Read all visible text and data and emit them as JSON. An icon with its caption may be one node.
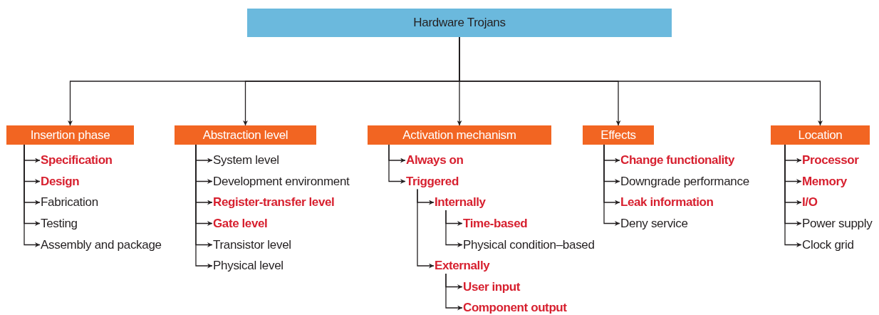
{
  "diagram": {
    "nodes": [
      {
        "text": [
          "Hardware Trojans"
        ]
      },
      {
        "text": [
          "Insertion phase"
        ]
      },
      {
        "text": [
          "Specification"
        ]
      },
      {
        "text": [
          "Design"
        ]
      },
      {
        "text": [
          "Fabrication"
        ]
      },
      {
        "text": [
          "Testing"
        ]
      },
      {
        "text": [
          "Assembly and package"
        ]
      },
      {
        "text": [
          "Abstraction level"
        ]
      },
      {
        "text": [
          "System level"
        ]
      },
      {
        "text": [
          "Development environment"
        ]
      },
      {
        "text": [
          "Register-transfer level"
        ]
      },
      {
        "text": [
          "Gate level"
        ]
      },
      {
        "text": [
          "Transistor level"
        ]
      },
      {
        "text": [
          "Physical level"
        ]
      },
      {
        "text": [
          "Activation mechanism"
        ]
      },
      {
        "text": [
          "Always on"
        ]
      },
      {
        "text": [
          "Triggered"
        ]
      },
      {
        "text": [
          "Internally"
        ]
      },
      {
        "text": [
          "Time-based"
        ]
      },
      {
        "text": [
          "Physical condition–based"
        ]
      },
      {
        "text": [
          "Externally"
        ]
      },
      {
        "text": [
          "User input"
        ]
      },
      {
        "text": [
          "Component output"
        ]
      },
      {
        "text": [
          "Effects"
        ]
      },
      {
        "text": [
          "Change functionality"
        ]
      },
      {
        "text": [
          "Downgrade performance"
        ]
      },
      {
        "text": [
          "Leak information"
        ]
      },
      {
        "text": [
          "Deny service"
        ]
      },
      {
        "text": [
          "Location"
        ]
      },
      {
        "text": [
          "Processor"
        ]
      },
      {
        "text": [
          "Memory"
        ]
      },
      {
        "text": [
          "I/O"
        ]
      },
      {
        "text": [
          "Power supply"
        ]
      },
      {
        "text": [
          "Clock grid"
        ]
      }
    ],
    "edges": [
      {
        "from": 0,
        "to": 1,
        "arrow": "to"
      },
      {
        "from": 0,
        "to": 7,
        "arrow": "to"
      },
      {
        "from": 0,
        "to": 14,
        "arrow": "to"
      },
      {
        "from": 0,
        "to": 23,
        "arrow": "to"
      },
      {
        "from": 0,
        "to": 28,
        "arrow": "to"
      },
      {
        "from": 1,
        "to": 2,
        "arrow": "to"
      },
      {
        "from": 1,
        "to": 3,
        "arrow": "to"
      },
      {
        "from": 1,
        "to": 4,
        "arrow": "to"
      },
      {
        "from": 1,
        "to": 5,
        "arrow": "to"
      },
      {
        "from": 1,
        "to": 6,
        "arrow": "to"
      },
      {
        "from": 7,
        "to": 8,
        "arrow": "to"
      },
      {
        "from": 7,
        "to": 9,
        "arrow": "to"
      },
      {
        "from": 7,
        "to": 10,
        "arrow": "to"
      },
      {
        "from": 7,
        "to": 11,
        "arrow": "to"
      },
      {
        "from": 7,
        "to": 12,
        "arrow": "to"
      },
      {
        "from": 7,
        "to": 13,
        "arrow": "to"
      },
      {
        "from": 14,
        "to": 15,
        "arrow": "to"
      },
      {
        "from": 14,
        "to": 16,
        "arrow": "to"
      },
      {
        "from": 16,
        "to": 17,
        "arrow": "to"
      },
      {
        "from": 16,
        "to": 20,
        "arrow": "to"
      },
      {
        "from": 17,
        "to": 18,
        "arrow": "to"
      },
      {
        "from": 17,
        "to": 19,
        "arrow": "to"
      },
      {
        "from": 20,
        "to": 21,
        "arrow": "to"
      },
      {
        "from": 20,
        "to": 22,
        "arrow": "to"
      },
      {
        "from": 23,
        "to": 24,
        "arrow": "to"
      },
      {
        "from": 23,
        "to": 25,
        "arrow": "to"
      },
      {
        "from": 23,
        "to": 26,
        "arrow": "to"
      },
      {
        "from": 23,
        "to": 27,
        "arrow": "to"
      },
      {
        "from": 28,
        "to": 29,
        "arrow": "to"
      },
      {
        "from": 28,
        "to": 30,
        "arrow": "to"
      },
      {
        "from": 28,
        "to": 31,
        "arrow": "to"
      },
      {
        "from": 28,
        "to": 32,
        "arrow": "to"
      },
      {
        "from": 28,
        "to": 33,
        "arrow": "to"
      }
    ]
  }
}
